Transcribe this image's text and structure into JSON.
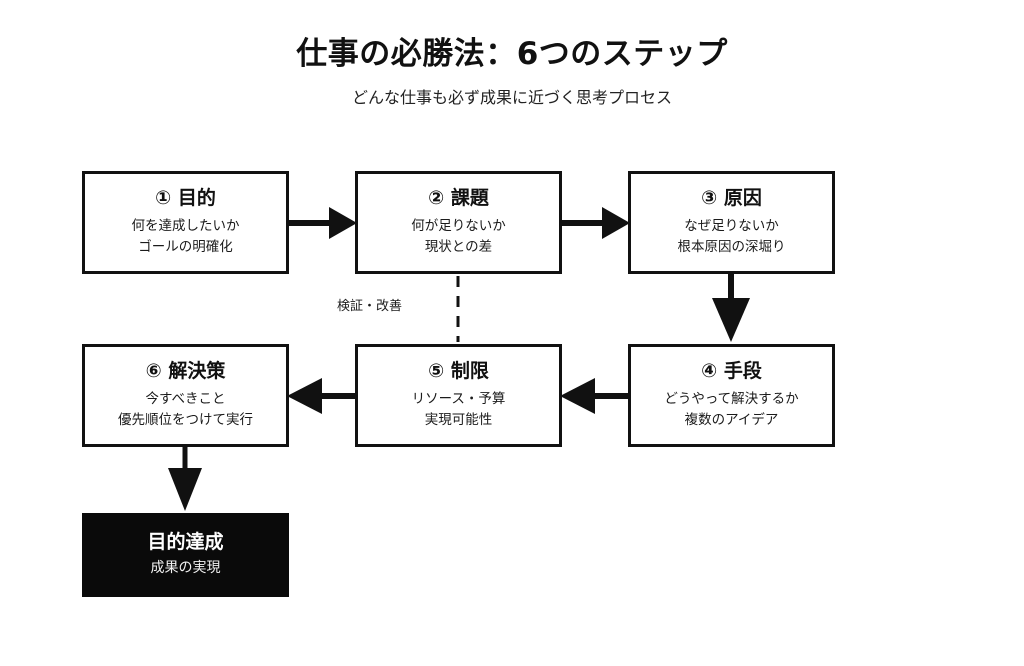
{
  "header": {
    "title": "仕事の必勝法：6つのステップ",
    "subtitle": "どんな仕事も必ず成果に近づく思考プロセス"
  },
  "diagram": {
    "type": "flowchart",
    "accent_color": "#111111",
    "background_color": "#ffffff",
    "goal_fill_color": "#0a0a0a",
    "goal_text_color": "#ffffff",
    "cycle_label": "検証・改善",
    "nodes": [
      {
        "id": "step-1",
        "title": "① 目的",
        "line1": "何を達成したいか",
        "line2": "ゴールの明確化"
      },
      {
        "id": "step-2",
        "title": "② 課題",
        "line1": "何が足りないか",
        "line2": "現状との差"
      },
      {
        "id": "step-3",
        "title": "③ 原因",
        "line1": "なぜ足りないか",
        "line2": "根本原因の深堀り"
      },
      {
        "id": "step-4",
        "title": "④ 手段",
        "line1": "どうやって解決するか",
        "line2": "複数のアイデア"
      },
      {
        "id": "step-5",
        "title": "⑤ 制限",
        "line1": "リソース・予算",
        "line2": "実現可能性"
      },
      {
        "id": "step-6",
        "title": "⑥ 解決策",
        "line1": "今すべきこと",
        "line2": "優先順位をつけて実行"
      }
    ],
    "goal_node": {
      "id": "goal",
      "title": "目的達成",
      "line1": "成果の実現"
    },
    "connectors": [
      {
        "from": "step-1",
        "to": "step-2",
        "style": "solid",
        "direction": "right"
      },
      {
        "from": "step-2",
        "to": "step-3",
        "style": "solid",
        "direction": "right"
      },
      {
        "from": "step-3",
        "to": "step-4",
        "style": "solid",
        "direction": "down"
      },
      {
        "from": "step-4",
        "to": "step-5",
        "style": "solid",
        "direction": "left"
      },
      {
        "from": "step-5",
        "to": "step-6",
        "style": "solid",
        "direction": "left"
      },
      {
        "from": "step-6",
        "to": "goal",
        "style": "solid",
        "direction": "down"
      },
      {
        "from": "step-5",
        "to": "step-2",
        "style": "dashed",
        "direction": "none",
        "label": "検証・改善"
      }
    ]
  }
}
